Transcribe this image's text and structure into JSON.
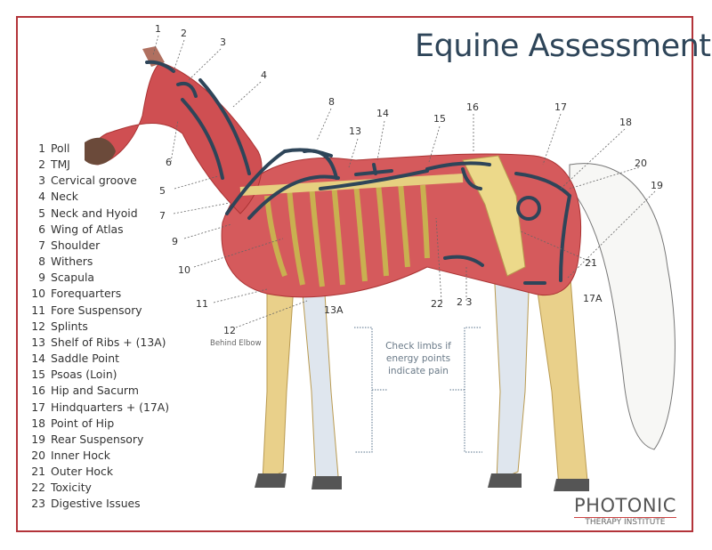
{
  "title": "Equine Assessment",
  "legend": [
    {
      "n": "1",
      "label": "Poll"
    },
    {
      "n": "2",
      "label": "TMJ"
    },
    {
      "n": "3",
      "label": "Cervical groove"
    },
    {
      "n": "4",
      "label": "Neck"
    },
    {
      "n": "5",
      "label": "Neck and Hyoid"
    },
    {
      "n": "6",
      "label": "Wing of Atlas"
    },
    {
      "n": "7",
      "label": "Shoulder"
    },
    {
      "n": "8",
      "label": "Withers"
    },
    {
      "n": "9",
      "label": "Scapula"
    },
    {
      "n": "10",
      "label": "Forequarters"
    },
    {
      "n": "11",
      "label": "Fore Suspensory"
    },
    {
      "n": "12",
      "label": "Splints"
    },
    {
      "n": "13",
      "label": "Shelf of Ribs + (13A)"
    },
    {
      "n": "14",
      "label": "Saddle Point"
    },
    {
      "n": "15",
      "label": "Psoas (Loin)"
    },
    {
      "n": "16",
      "label": "Hip and Sacurm"
    },
    {
      "n": "17",
      "label": "Hindquarters + (17A)"
    },
    {
      "n": "18",
      "label": "Point of Hip"
    },
    {
      "n": "19",
      "label": "Rear Suspensory"
    },
    {
      "n": "20",
      "label": "Inner Hock"
    },
    {
      "n": "21",
      "label": "Outer Hock"
    },
    {
      "n": "22",
      "label": "Toxicity"
    },
    {
      "n": "23",
      "label": "Digestive Issues"
    }
  ],
  "callouts": {
    "c1": "1",
    "c2": "2",
    "c3": "3",
    "c4": "4",
    "c5": "5",
    "c6": "6",
    "c7": "7",
    "c8": "8",
    "c9": "9",
    "c10": "10",
    "c11": "11",
    "c12": "12",
    "c13": "13",
    "c13a": "13A",
    "c14": "14",
    "c15": "15",
    "c16": "16",
    "c17": "17",
    "c17a": "17A",
    "c18": "18",
    "c19": "19",
    "c20": "20",
    "c21": "21",
    "c22": "22",
    "c23": "2 3"
  },
  "behind_elbow": "Behind Elbow",
  "note": [
    "Check limbs if",
    "energy points",
    "indicate pain"
  ],
  "logo": {
    "main": "PHOTONIC",
    "sub": "THERAPY INSTITUTE"
  },
  "colors": {
    "border": "#b3343a",
    "title": "#2e4559",
    "muscle": "#c8454a",
    "bone": "#ecd98a",
    "marker": "#2e4559"
  }
}
